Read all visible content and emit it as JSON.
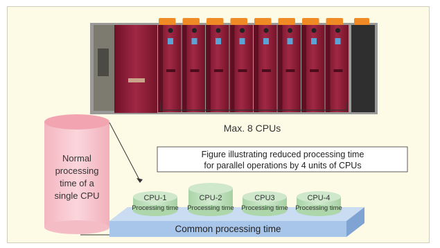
{
  "hardware": {
    "cpu_count_label": "Max. 8 CPUs",
    "cpu_slots": 8
  },
  "caption": {
    "line1": "Figure illustrating reduced processing time",
    "line2": "for parallel operations by 4 units of CPUs"
  },
  "single_cpu": {
    "lines": [
      "Normal",
      "processing",
      "time of a",
      "single CPU"
    ]
  },
  "cpus": [
    {
      "name": "CPU-1",
      "sub": "Processing time"
    },
    {
      "name": "CPU-2",
      "sub": "Processing time"
    },
    {
      "name": "CPU3",
      "sub": "Processing time"
    },
    {
      "name": "CPU-4",
      "sub": "Processing time"
    }
  ],
  "common": {
    "label": "Common processing time"
  },
  "colors": {
    "module_red": "#8e1b35",
    "module_dark": "#2f2f2f",
    "cap_orange": "#f08a24",
    "cylinder_pink": "#f7c5cc",
    "cylinder_pink_top": "#f2a4b1",
    "cylinder_green": "#bfe0bc",
    "slab_blue": "#a8c6ea"
  }
}
